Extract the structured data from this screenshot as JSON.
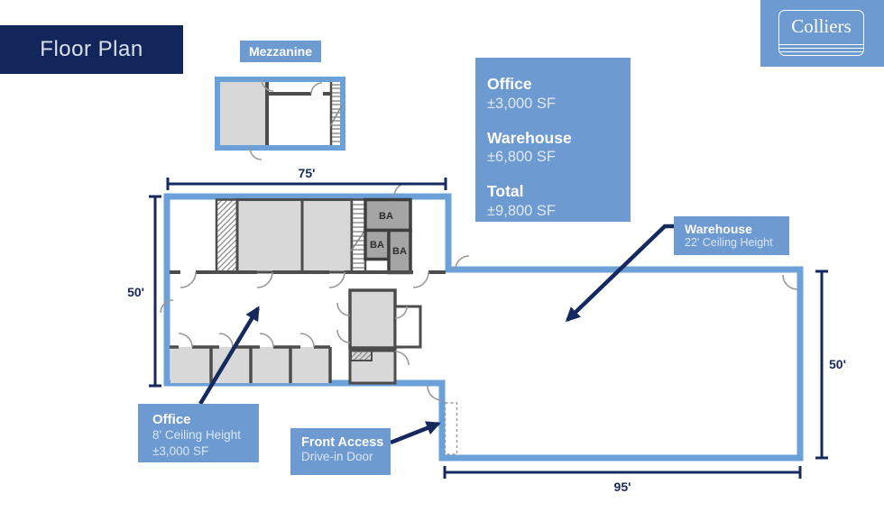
{
  "header": {
    "title": "Floor Plan"
  },
  "brand": {
    "name": "Colliers"
  },
  "plan": {
    "mezzanine_label": "Mezzanine",
    "bathroom_labels": [
      "BA",
      "BA",
      "BA"
    ],
    "dimensions": {
      "top": "75'",
      "left": "50'",
      "right": "50'",
      "bottom": "95'"
    }
  },
  "summary": {
    "items": [
      {
        "name": "Office",
        "value": "±3,000 SF"
      },
      {
        "name": "Warehouse",
        "value": "±6,800 SF"
      },
      {
        "name": "Total",
        "value": "±9,800 SF"
      }
    ]
  },
  "callouts": {
    "warehouse": {
      "title": "Warehouse",
      "subtitle": "22' Ceiling Height"
    },
    "office": {
      "title": "Office",
      "subtitle": "8' Ceiling Height",
      "detail": "±3,000 SF"
    },
    "front_access": {
      "title": "Front Access",
      "subtitle": "Drive-in Door"
    }
  },
  "colors": {
    "navy": "#13265c",
    "label_blue": "#6d9ad1",
    "wall_blue": "#6ba0d8",
    "room_gray": "#d8d8d8",
    "bathroom_gray": "#a5a5a5",
    "interior_wall_gray": "#4d4d4d"
  }
}
